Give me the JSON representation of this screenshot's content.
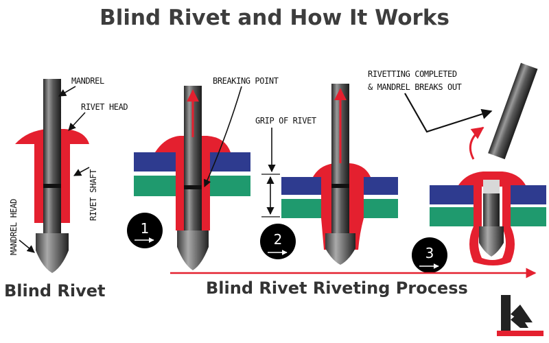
{
  "title": "Blind Rivet and How It Works",
  "labels": {
    "mandrel": "MANDREL",
    "rivet_head": "RIVET HEAD",
    "rivet_shaft": "RIVET SHAFT",
    "mandrel_head": "MANDREL HEAD",
    "breaking_point": "BREAKING POINT",
    "grip_of_rivet": "GRIP OF RIVET",
    "completed_line1": "RIVETTING COMPLETED",
    "completed_line2": "& MANDREL BREAKS OUT"
  },
  "captions": {
    "blind_rivet": "Blind Rivet",
    "process": "Blind Rivet Riveting Process"
  },
  "steps": [
    "1",
    "2",
    "3"
  ],
  "colors": {
    "rivet": "#e4202f",
    "plate_top": "#2e3b8f",
    "plate_bottom": "#1f9a6e",
    "mandrel": "#555555",
    "logo_accent": "#e4202f"
  }
}
